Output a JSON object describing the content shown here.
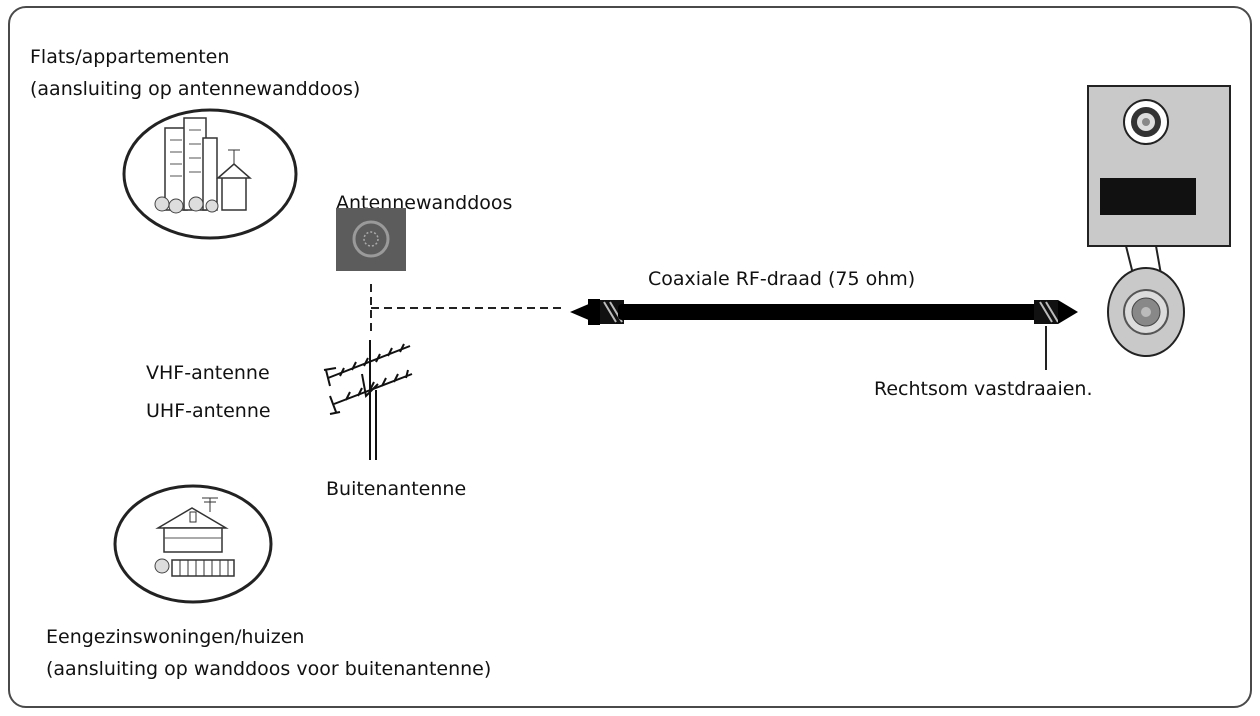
{
  "flats": {
    "line1": "Flats/appartementen",
    "line2": "(aansluiting op antennewanddoos)"
  },
  "wall_box_label": "Antennewanddoos",
  "cable_label": "Coaxiale RF-draad (75 ohm)",
  "vhf_label": "VHF-antenne",
  "uhf_label": "UHF-antenne",
  "outdoor_antenna_label": "Buitenantenne",
  "tighten_label": "Rechtsom vastdraaien.",
  "houses": {
    "line1": "Eengezinswoningen/huizen",
    "line2": "(aansluiting op wanddoos voor buitenantenne)"
  },
  "colors": {
    "frame": "#4a4a4a",
    "wall_box": "#5c5c5c",
    "cable": "#000000",
    "tv_panel": "#c9c9c9"
  }
}
